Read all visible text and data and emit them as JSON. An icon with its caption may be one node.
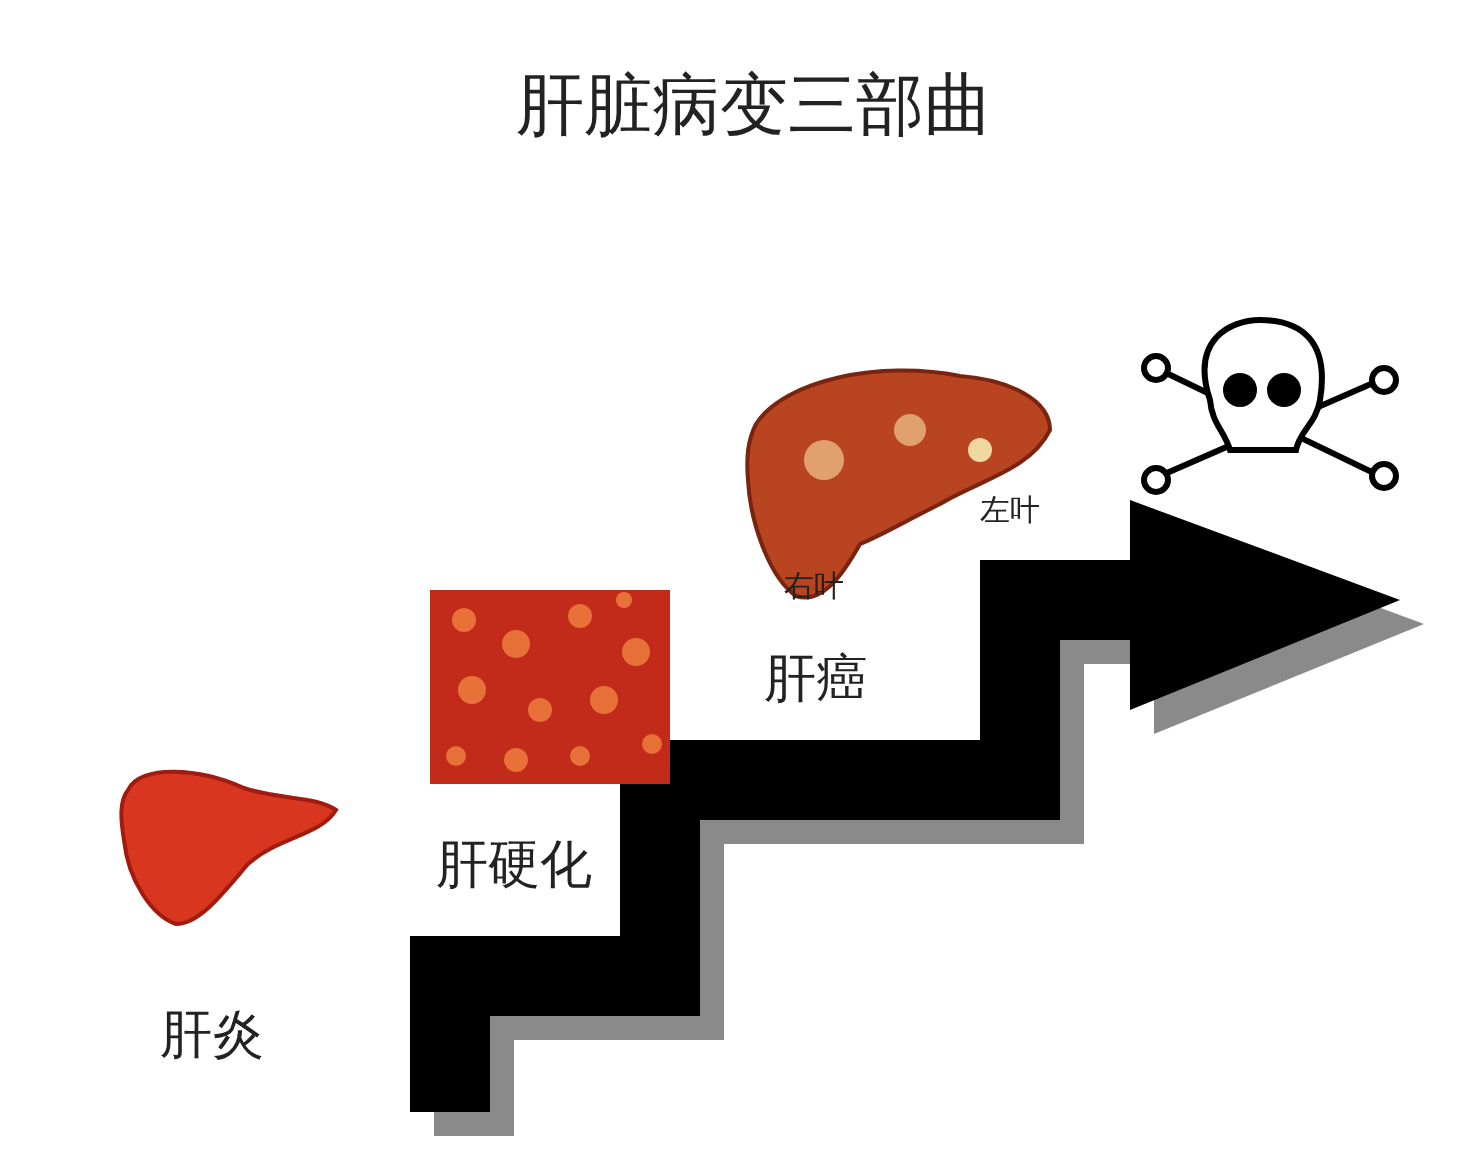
{
  "diagram": {
    "title": "肝脏病变三部曲",
    "labels": [
      "左叶",
      "右叶",
      "肝癌",
      "肝硬化",
      "肝炎"
    ]
  }
}
